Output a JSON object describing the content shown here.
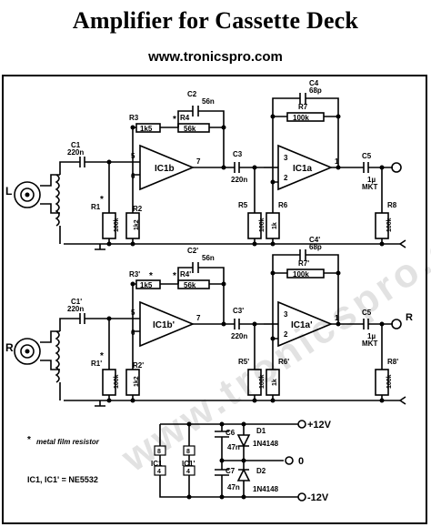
{
  "title": "Amplifier for Cassette Deck",
  "subtitle": "www.tronicspro.com",
  "watermark": "www.tronicspro.com",
  "channel_top": {
    "input": "L",
    "c1": "C1",
    "c1_val": "220n",
    "r1": "R1",
    "r1_val": "100k",
    "r2": "R2",
    "r2_val": "1k2",
    "r3": "R3",
    "r3_val": "1k5",
    "r4": "R4",
    "r4_val": "56k",
    "c2": "C2",
    "c2_val": "56n",
    "ic1": "IC1b",
    "pin5": "5",
    "pin6": "6",
    "pin7": "7",
    "c3": "C3",
    "c3_val": "220n",
    "r5": "R5",
    "r5_val": "100k",
    "r6": "R6",
    "r6_val": "1k",
    "r7": "R7",
    "r7_val": "100k",
    "c4": "C4",
    "c4_val": "68p",
    "ic2": "IC1a",
    "pin3": "3",
    "pin2": "2",
    "pin1": "1",
    "c5": "C5",
    "c5_val1": "1µ",
    "c5_val2": "MKT",
    "r8": "R8",
    "r8_val": "100k"
  },
  "channel_bottom": {
    "input": "R",
    "c1": "C1'",
    "c1_val": "220n",
    "r1": "R1'",
    "r1_val": "100k",
    "r2": "R2'",
    "r2_val": "1k2",
    "r3": "R3'",
    "r3_val": "1k5",
    "r4": "R4'",
    "r4_val": "56k",
    "c2": "C2'",
    "c2_val": "56n",
    "ic1": "IC1b'",
    "c3": "C3'",
    "c3_val": "220n",
    "r5": "R5'",
    "r5_val": "100k",
    "r6": "R6'",
    "r6_val": "1k",
    "r7": "R7'",
    "r7_val": "100k",
    "c4": "C4'",
    "c4_val": "68p",
    "ic2": "IC1a'",
    "c5": "C5",
    "c5_val1": "1µ",
    "c5_val2": "MKT",
    "r8": "R8'",
    "r8_val": "100k",
    "output": "R"
  },
  "legend": {
    "star": "*",
    "metal_film": "metal film resistor",
    "ic_note": "IC1, IC1' = NE5532"
  },
  "power": {
    "pos": "+12V",
    "neg": "-12V",
    "gnd": "0",
    "ic1": "IC1",
    "ic1b": "IC1'",
    "pin8": "8",
    "pin4": "4",
    "c6": "C6",
    "c6_val": "47n",
    "c7": "C7",
    "c7_val": "47n",
    "d1": "D1",
    "d1_val": "1N4148",
    "d2": "D2",
    "d2_val": "1N4148"
  }
}
